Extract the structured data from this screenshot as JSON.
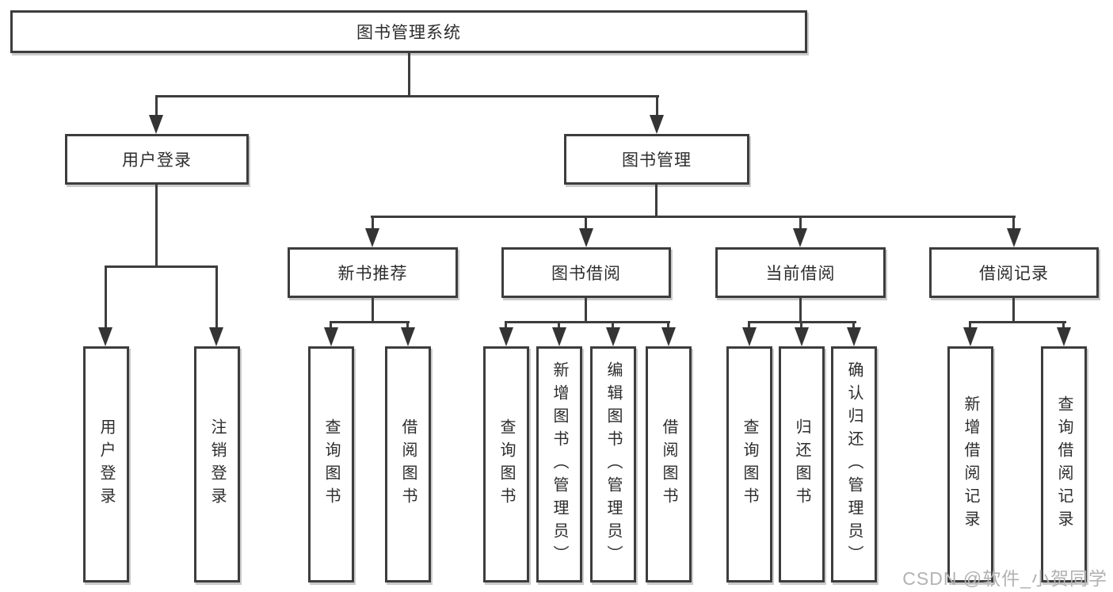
{
  "colors": {
    "background": "#ffffff",
    "box_border": "#3d3d3d",
    "line": "#3d3d3d",
    "arrow": "#343434",
    "text": "#2d2d2d",
    "watermark": "#b2b2b2"
  },
  "watermark": "CSDN @软件_小贺同学",
  "nodes": {
    "root": {
      "label": "图书管理系统"
    },
    "level2": [
      {
        "label": "用户登录"
      },
      {
        "label": "图书管理"
      }
    ],
    "level3": [
      {
        "label": "新书推荐"
      },
      {
        "label": "图书借阅"
      },
      {
        "label": "当前借阅"
      },
      {
        "label": "借阅记录"
      }
    ],
    "level4": {
      "user_login_children": [
        {
          "label": "用户登录"
        },
        {
          "label": "注销登录"
        }
      ],
      "new_book_children": [
        {
          "label": "查询图书"
        },
        {
          "label": "借阅图书"
        }
      ],
      "book_borrowing_children": [
        {
          "label": "查询图书"
        },
        {
          "label": "新增图书（管理员）"
        },
        {
          "label": "编辑图书（管理员）"
        },
        {
          "label": "借阅图书"
        }
      ],
      "current_borrowing_children": [
        {
          "label": "查询图书"
        },
        {
          "label": "归还图书"
        },
        {
          "label": "确认归还（管理员）"
        }
      ],
      "records_children": [
        {
          "label": "新增借阅记录"
        },
        {
          "label": "查询借阅记录"
        }
      ]
    }
  }
}
